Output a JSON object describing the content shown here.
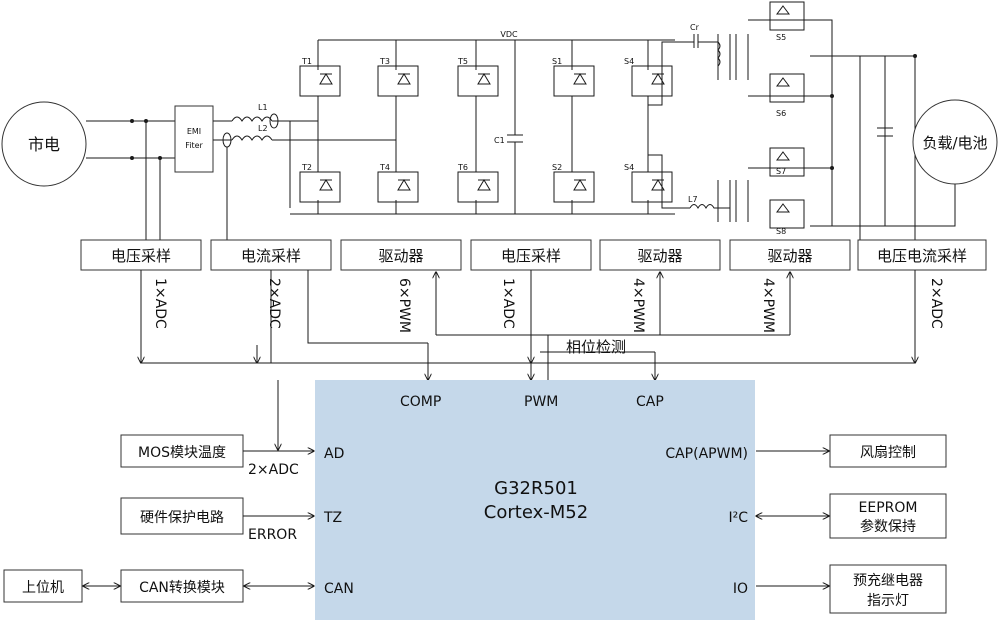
{
  "colors": {
    "mcu_fill": "#c5d8ea",
    "line": "#1a1a1a"
  },
  "sources": {
    "grid": "市电",
    "load": "负载/电池"
  },
  "power": {
    "emi_line1": "EMI",
    "emi_line2": "Fiter",
    "inductor_l1": "L1",
    "inductor_l2": "L2",
    "inductor_l7": "L7",
    "cap_c1": "C1",
    "cap_cr": "Cr",
    "bus": "VDC",
    "switches": [
      "T1",
      "T2",
      "T3",
      "T4",
      "T5",
      "T6",
      "S1",
      "S2",
      "S4",
      "S4",
      "S5",
      "S6",
      "S7",
      "S8"
    ]
  },
  "sample_boxes": [
    "电压采样",
    "电流采样",
    "驱动器",
    "电压采样",
    "驱动器",
    "驱动器",
    "电压电流采样"
  ],
  "bus_labels": [
    "1×ADC",
    "2×ADC",
    "6×PWM",
    "1×ADC",
    "4×PWM",
    "4×PWM",
    "2×ADC"
  ],
  "phase_label": "相位检测",
  "mcu": {
    "name": "G32R501",
    "core": "Cortex-M52",
    "pins": {
      "comp": "COMP",
      "pwm": "PWM",
      "cap": "CAP",
      "ad": "AD",
      "tz": "TZ",
      "can": "CAN",
      "cap_apwm": "CAP(APWM)",
      "i2c": "I²C",
      "io": "IO"
    }
  },
  "left": {
    "mos_temp": "MOS模块温度",
    "hw_protect": "硬件保护电路",
    "can_module": "CAN转换模块",
    "host": "上位机",
    "adc2": "2×ADC",
    "error": "ERROR"
  },
  "right": {
    "fan": "风扇控制",
    "eeprom_l1": "EEPROM",
    "eeprom_l2": "参数保持",
    "relay_l1": "预充继电器",
    "relay_l2": "指示灯"
  }
}
